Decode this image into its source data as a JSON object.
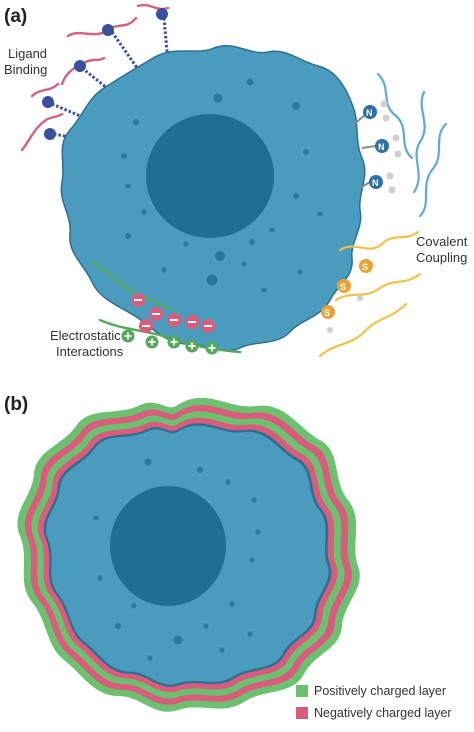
{
  "panel_a": {
    "label": "(a)",
    "ligand_binding": [
      "Ligand",
      "Binding"
    ],
    "covalent_coupling": [
      "Covalent",
      "Coupling"
    ],
    "electrostatic_interactions": [
      "Electrostatic",
      "Interactions"
    ],
    "amine_symbol": "N",
    "thiol_symbol": "S"
  },
  "panel_b": {
    "label": "(b)",
    "legend": [
      {
        "label": "Positively charged layer",
        "color": "#6cc070"
      },
      {
        "label": "Negatively charged layer",
        "color": "#d95c7c"
      }
    ]
  },
  "colors": {
    "cell_body": "#4a9bbd",
    "cell_outline": "#2e6f90",
    "nucleus": "#1d6f93",
    "vesicle": "#2a7aa0",
    "ligand_strand": "#d8607e",
    "receptor_chain": "#3b4f9a",
    "covalent_strand": "#5fa8dc",
    "thiol_strand": "#f0c24a",
    "electro_strand": "#54a85e",
    "positive_layer": "#6cc070",
    "negative_layer": "#d95c7c"
  }
}
